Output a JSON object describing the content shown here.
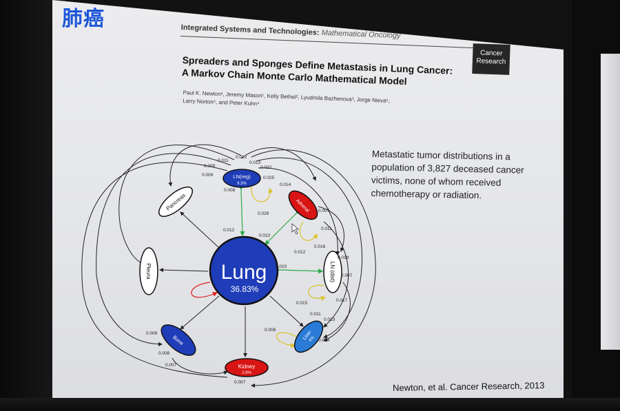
{
  "photo": {
    "chinese_title": "肺癌"
  },
  "slide": {
    "section": "Integrated Systems and Technologies:",
    "section_sub": "Mathematical Oncology",
    "badge_line1": "Cancer",
    "badge_line2": "Research",
    "title_line1": "Spreaders and Sponges Define Metastasis in Lung Cancer:",
    "title_line2": "A Markov Chain Monte Carlo Mathematical Model",
    "authors_line1": "Paul K. Newton¹, Jeremy Mason¹, Kelly Bethel², Lyudmila Bazhenova³, Jorge Nieva⁵,",
    "authors_line2": "Larry Norton⁶, and Peter Kuhn⁴",
    "description": "Metastatic tumor distributions in a population of 3,827 deceased cancer victims, none of whom received chemotherapy or radiation.",
    "citation": "Newton, et al. Cancer Research, 2013"
  },
  "diagram": {
    "center": {
      "label": "Lung",
      "value": "36.83%"
    },
    "nodes": {
      "ln_reg": {
        "label": "LN(reg)",
        "value": "9.3%"
      },
      "adrenal": {
        "label": "Adrenal",
        "value": ""
      },
      "pancreas": {
        "label": "Pancreas"
      },
      "pleura": {
        "label": "Pleura"
      },
      "ln_dist": {
        "label": "LN (dist)"
      },
      "liver": {
        "label": "Liver",
        "value": "4%"
      },
      "bone": {
        "label": "Bone"
      },
      "kidney": {
        "label": "Kidney",
        "value": "2.8%"
      }
    },
    "edge_values": [
      "0.011",
      "0.012",
      "0.009",
      "0.013",
      "0.009",
      "0.022",
      "0.025",
      "0.008",
      "0.014",
      "0.028",
      "0.012",
      "0.007",
      "0.010",
      "0.011",
      "0.016",
      "0.012",
      "0.010",
      "0.019",
      "0.007",
      "0.015",
      "0.011",
      "0.017",
      "0.013",
      "0.014",
      "0.008",
      "0.009",
      "0.008",
      "0.007",
      "0.007"
    ]
  },
  "colors": {
    "node_blue": "#1f3db8",
    "node_red": "#d81414",
    "node_light_blue": "#2a7bd6",
    "arrow_green": "#2ca84a",
    "arrow_yellow": "#d9c32a",
    "arrow_red": "#e02020"
  }
}
